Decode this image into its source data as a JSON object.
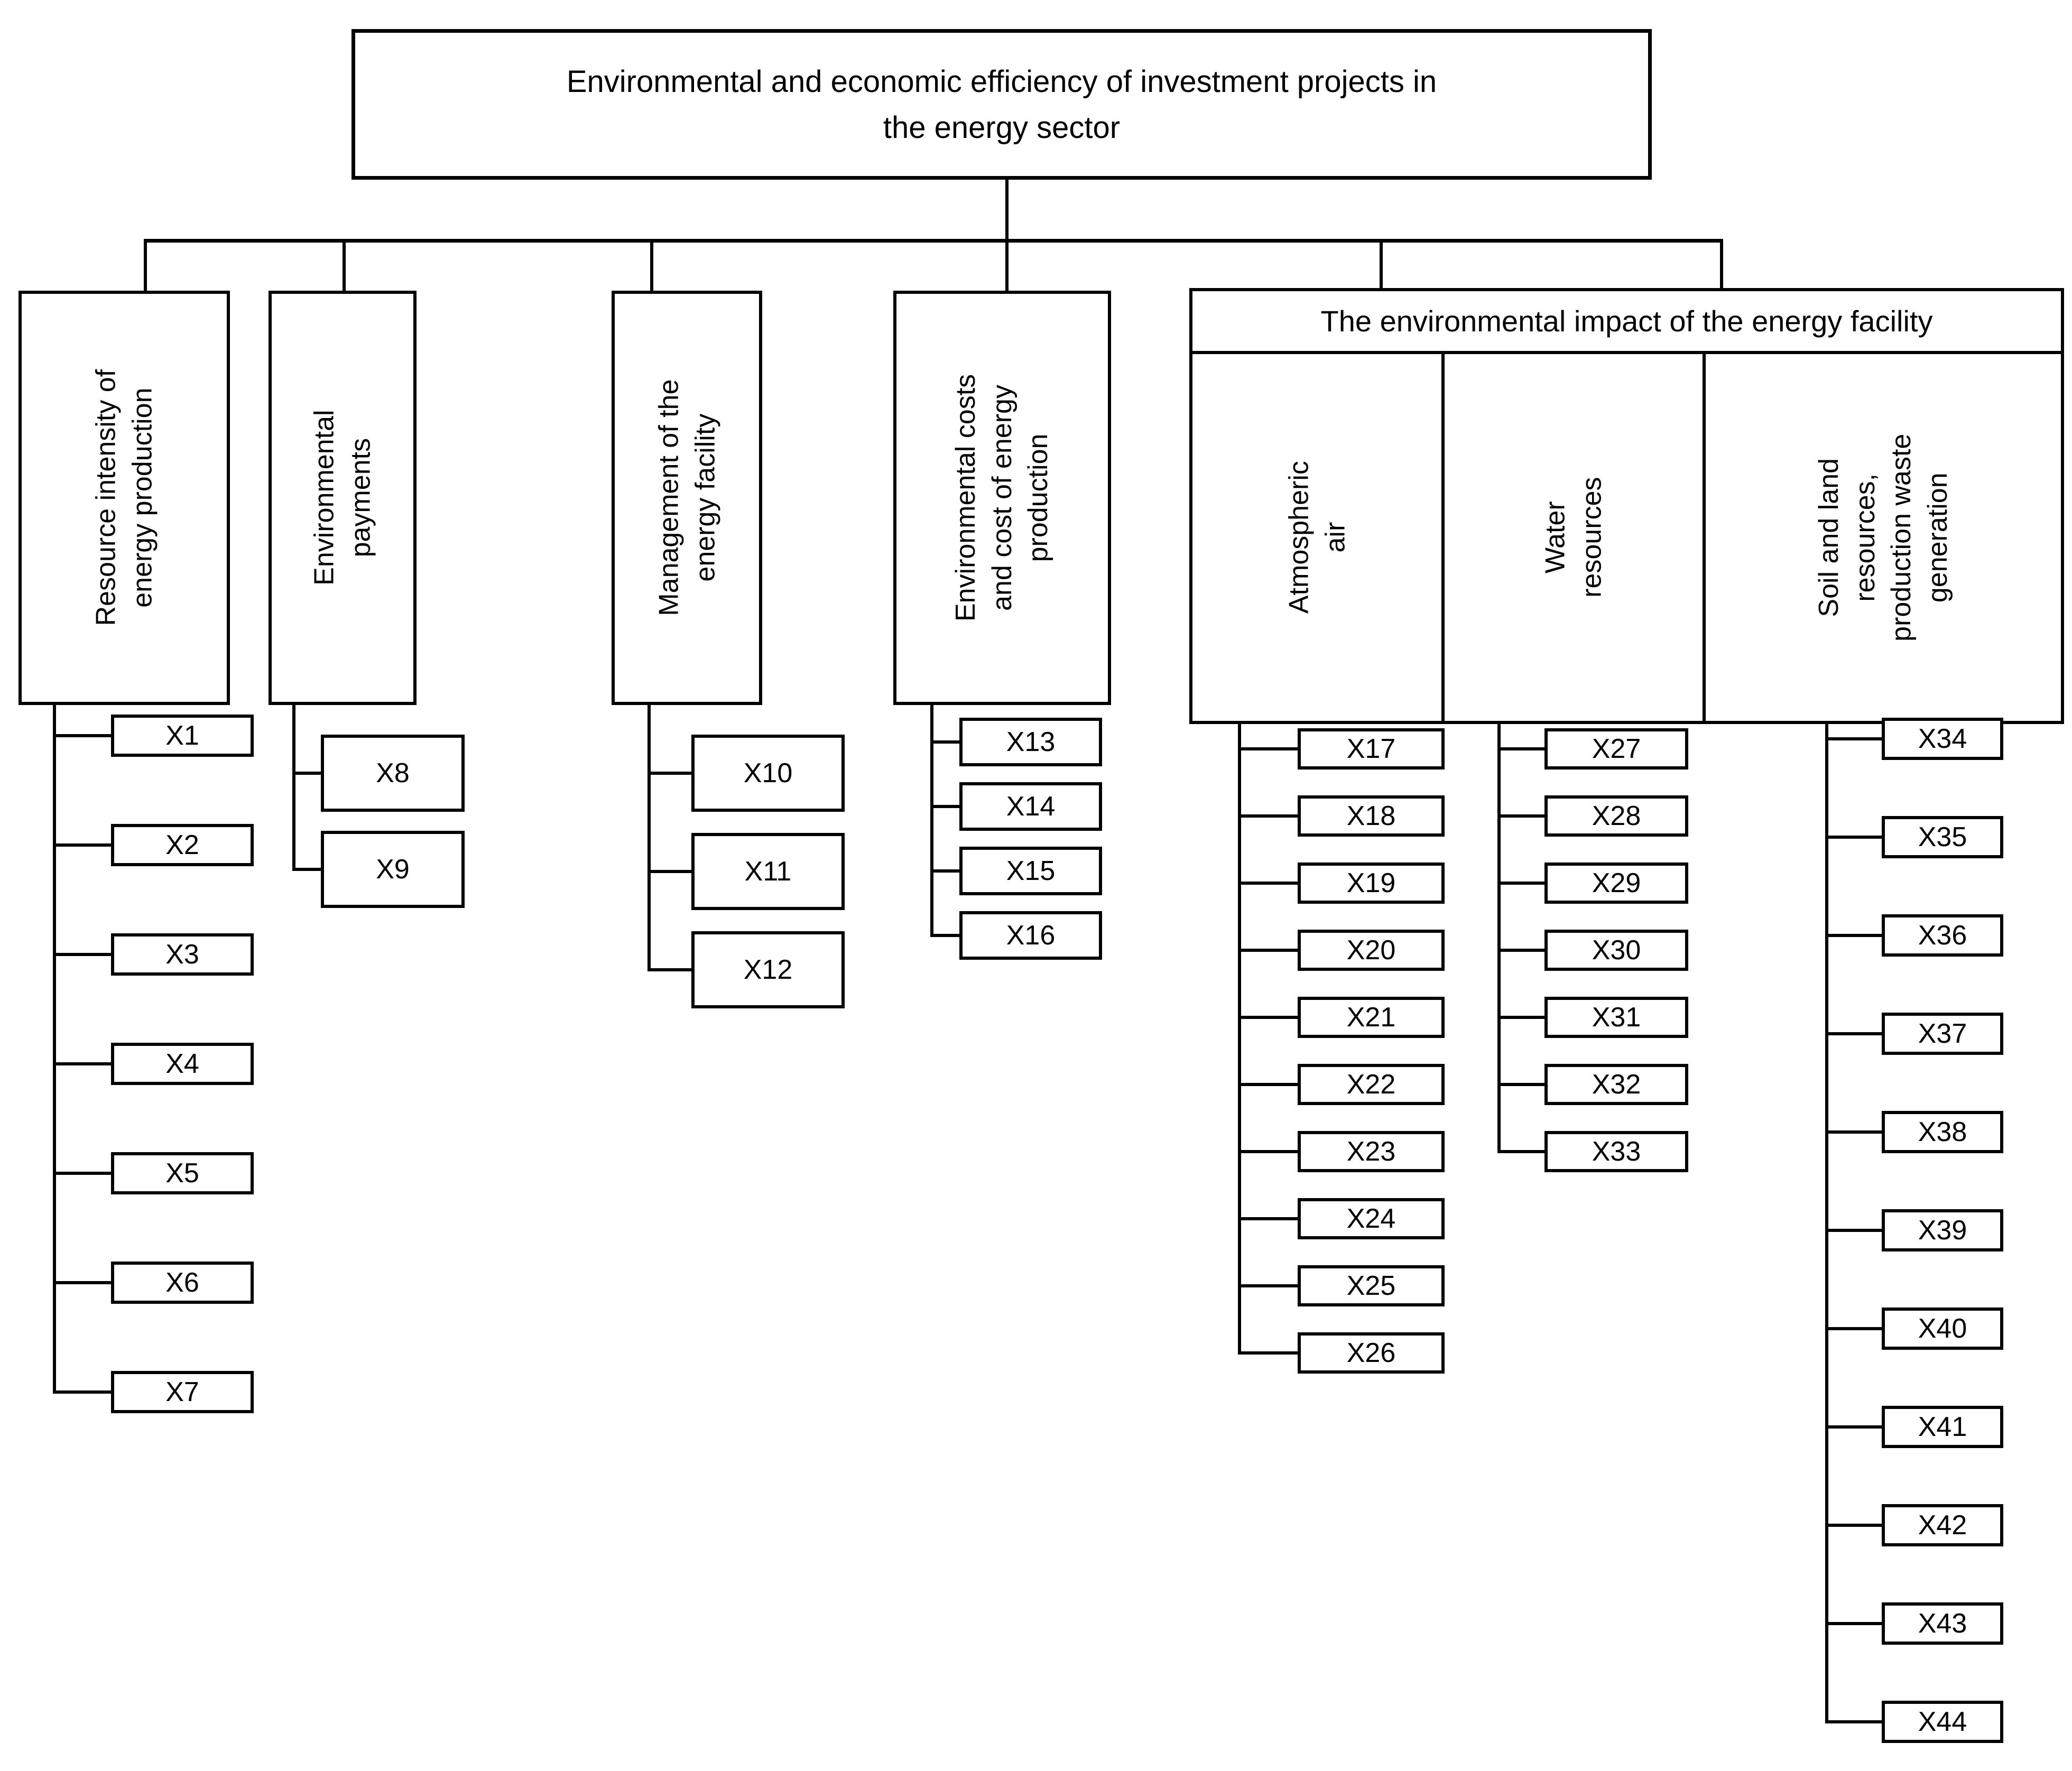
{
  "title": "Environmental and economic efficiency of investment projects in\nthe energy sector",
  "branches": [
    {
      "id": "resource-intensity",
      "label": "Resource intensity of\nenergy production",
      "leaves": [
        "X1",
        "X2",
        "X3",
        "X4",
        "X5",
        "X6",
        "X7"
      ]
    },
    {
      "id": "environmental-payments",
      "label": "Environmental\npayments",
      "leaves": [
        "X8",
        "X9"
      ]
    },
    {
      "id": "management",
      "label": "Management of the\nenergy facility",
      "leaves": [
        "X10",
        "X11",
        "X12"
      ]
    },
    {
      "id": "environmental-costs",
      "label": "Environmental costs\nand cost of energy\nproduction",
      "leaves": [
        "X13",
        "X14",
        "X15",
        "X16"
      ]
    }
  ],
  "impact_group": {
    "label": "The environmental impact of the energy facility",
    "subbranches": [
      {
        "id": "atmospheric-air",
        "label": "Atmospheric\nair",
        "leaves": [
          "X17",
          "X18",
          "X19",
          "X20",
          "X21",
          "X22",
          "X23",
          "X24",
          "X25",
          "X26"
        ]
      },
      {
        "id": "water-resources",
        "label": "Water\nresources",
        "leaves": [
          "X27",
          "X28",
          "X29",
          "X30",
          "X31",
          "X32",
          "X33"
        ]
      },
      {
        "id": "soil-land",
        "label": "Soil and land\nresources,\nproduction waste\ngeneration",
        "leaves": [
          "X34",
          "X35",
          "X36",
          "X37",
          "X38",
          "X39",
          "X40",
          "X41",
          "X42",
          "X43",
          "X44"
        ]
      }
    ]
  },
  "colors": {
    "line": "#000000",
    "background": "#ffffff",
    "text": "#000000"
  }
}
